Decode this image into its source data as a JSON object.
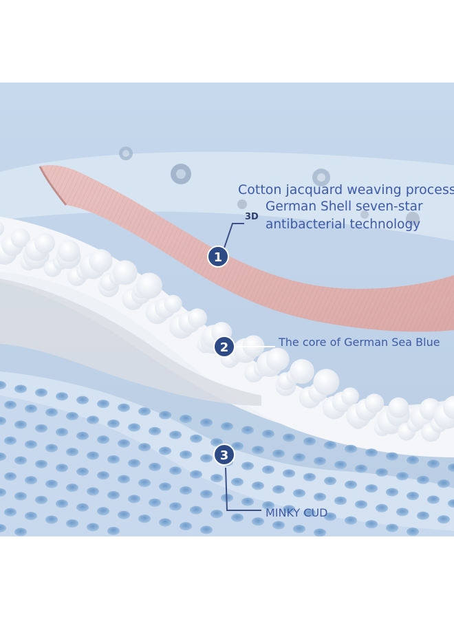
{
  "layers": [
    {
      "number": "1",
      "lines": [
        "Cotton jacquard weaving process",
        "German Shell seven-star",
        "antibacterial technology"
      ]
    },
    {
      "number": "2",
      "lines": [
        "The core of German Sea Blue"
      ]
    },
    {
      "number": "3",
      "lines": [
        "MINKY CUD"
      ]
    }
  ],
  "tag_3d": "3D",
  "colors": {
    "background": "#bcd0e6",
    "pink_fabric": "#e2b6b4",
    "cotton_fill": "#f7f8fa",
    "minky_dots": "#7aa4cf",
    "badge": "#2d4a85",
    "label_text": "#3e5aa6"
  }
}
